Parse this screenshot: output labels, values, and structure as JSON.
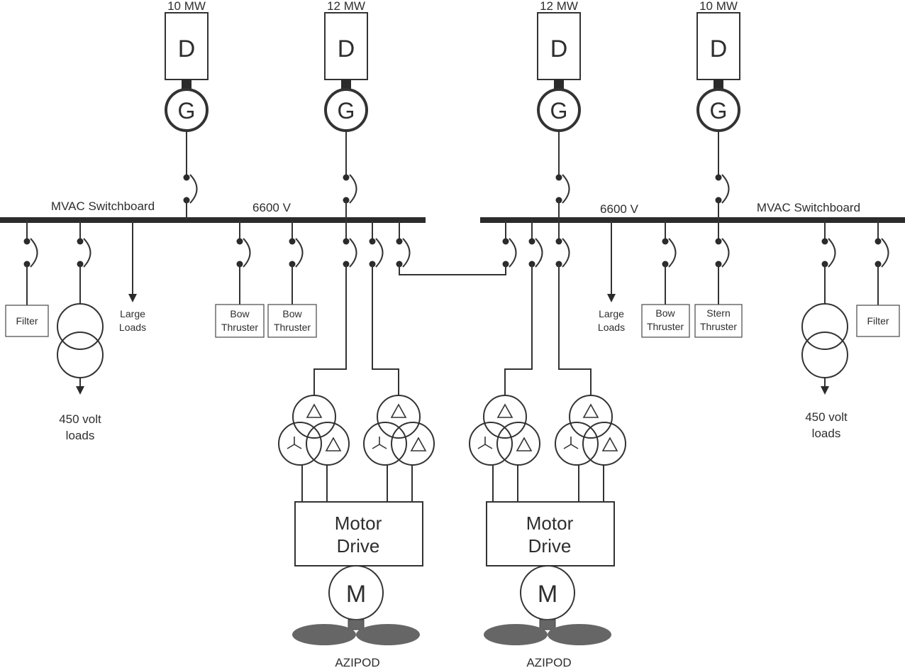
{
  "generators": [
    {
      "rating": "10 MW",
      "engine": "D",
      "gen": "G"
    },
    {
      "rating": "12 MW",
      "engine": "D",
      "gen": "G"
    },
    {
      "rating": "12 MW",
      "engine": "D",
      "gen": "G"
    },
    {
      "rating": "10 MW",
      "engine": "D",
      "gen": "G"
    }
  ],
  "left_bus": {
    "name": "MVAC Switchboard",
    "voltage": "6600 V"
  },
  "right_bus": {
    "name": "MVAC Switchboard",
    "voltage": "6600 V"
  },
  "loads": {
    "filter": "Filter",
    "large_loads": [
      "Large",
      "Loads"
    ],
    "bow_thruster": [
      "Bow",
      "Thruster"
    ],
    "stern_thruster": [
      "Stern",
      "Thruster"
    ],
    "low_voltage": [
      "450 volt",
      "loads"
    ]
  },
  "drives": [
    {
      "label": [
        "Motor",
        "Drive"
      ],
      "motor": "M",
      "pod": "AZIPOD"
    },
    {
      "label": [
        "Motor",
        "Drive"
      ],
      "motor": "M",
      "pod": "AZIPOD"
    }
  ],
  "colors": {
    "line": "#333333",
    "propeller": "#666666"
  }
}
